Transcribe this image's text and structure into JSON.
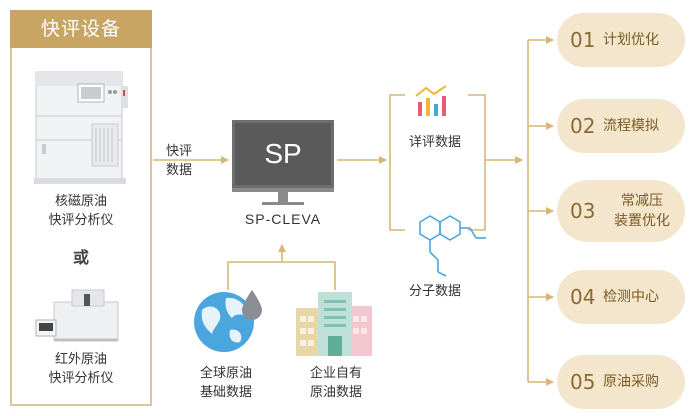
{
  "panel": {
    "title": "快评设备",
    "device1_label": "核磁原油\n快评分析仪",
    "or_text": "或",
    "device2_label": "红外原油\n快评分析仪"
  },
  "center": {
    "input_label": "快评\n数据",
    "monitor_text": "SP",
    "product_name": "SP-CLEVA",
    "source1_label": "全球原油\n基础数据",
    "source2_label": "企业自有\n原油数据"
  },
  "data_types": {
    "detail_label": "详评数据",
    "molecular_label": "分子数据"
  },
  "outputs": [
    {
      "num": "01",
      "text": "计划优化"
    },
    {
      "num": "02",
      "text": "流程模拟"
    },
    {
      "num": "03",
      "text": "常减压\n装置优化"
    },
    {
      "num": "04",
      "text": "检测中心"
    },
    {
      "num": "05",
      "text": "原油采购"
    }
  ],
  "colors": {
    "accent": "#c9a564",
    "accent_light": "#f4e6cc",
    "line": "#d8b676"
  }
}
